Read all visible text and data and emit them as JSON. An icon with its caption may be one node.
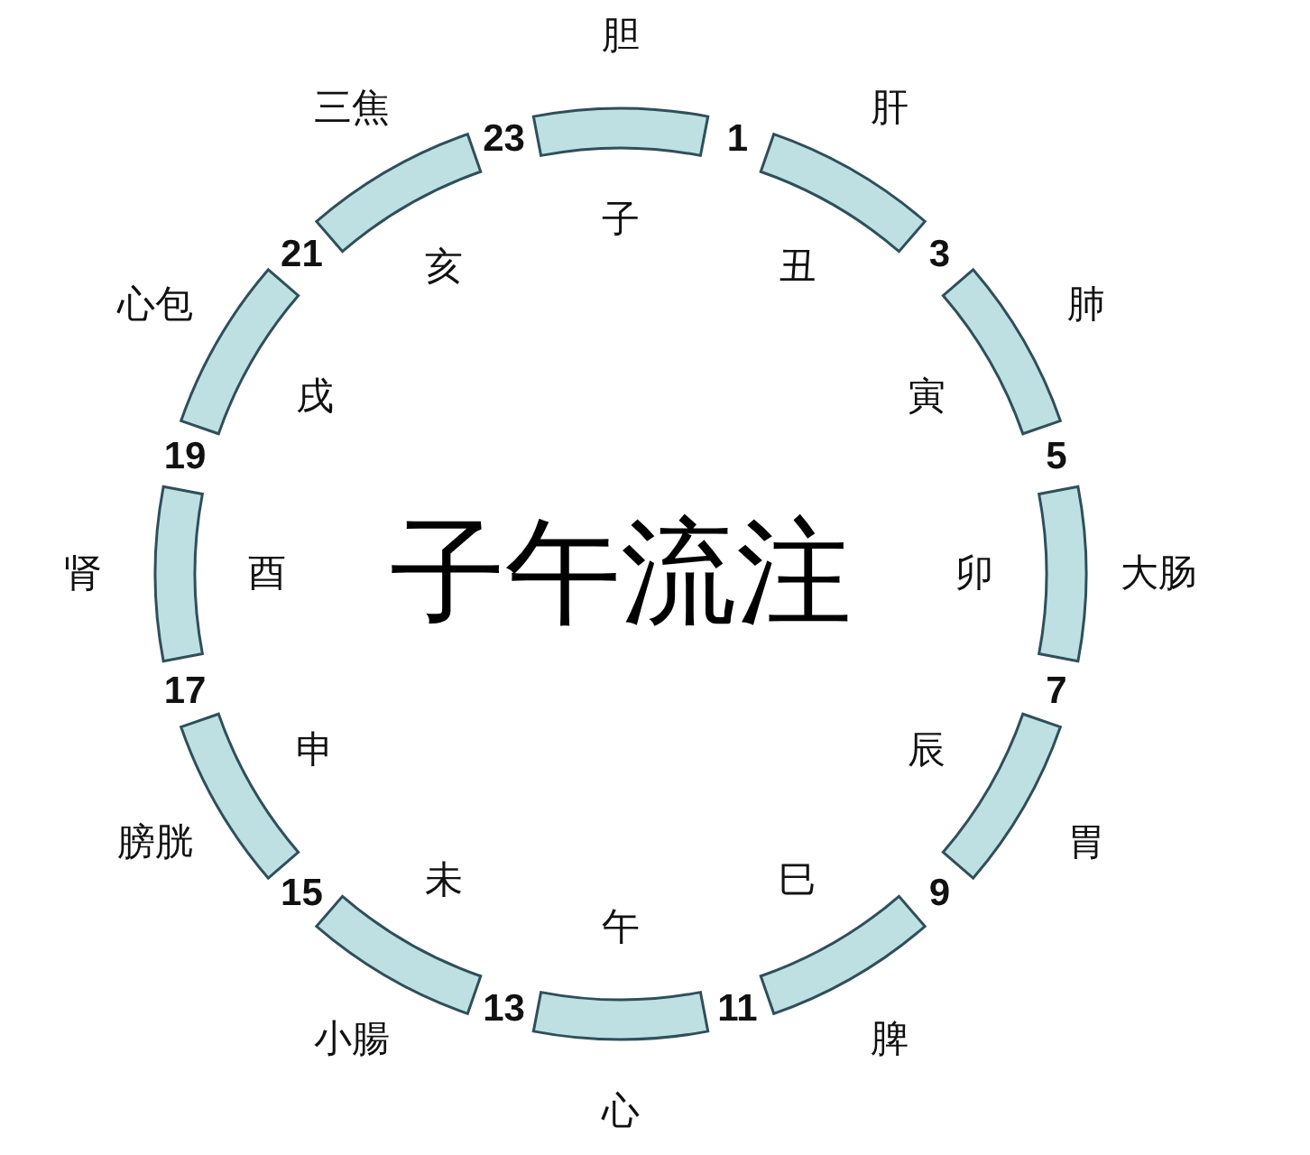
{
  "diagram": {
    "title": "子午流注",
    "nodes": [
      {
        "text": [
          "胆"
        ],
        "beside": [
          "子"
        ]
      },
      {
        "text": [
          "肝"
        ],
        "beside": [
          "丑"
        ]
      },
      {
        "text": [
          "肺"
        ],
        "beside": [
          "寅"
        ]
      },
      {
        "text": [
          "大肠"
        ],
        "beside": [
          "卯"
        ]
      },
      {
        "text": [
          "胃"
        ],
        "beside": [
          "辰"
        ]
      },
      {
        "text": [
          "脾"
        ],
        "beside": [
          "巳"
        ]
      },
      {
        "text": [
          "心"
        ],
        "beside": [
          "午"
        ]
      },
      {
        "text": [
          "小腸"
        ],
        "beside": [
          "未"
        ]
      },
      {
        "text": [
          "膀胱"
        ],
        "beside": [
          "申"
        ]
      },
      {
        "text": [
          "肾"
        ],
        "beside": [
          "酉"
        ]
      },
      {
        "text": [
          "心包"
        ],
        "beside": [
          "戌"
        ]
      },
      {
        "text": [
          "三焦"
        ],
        "beside": [
          "亥"
        ]
      }
    ],
    "labels": [
      "1",
      "3",
      "5",
      "7",
      "9",
      "11",
      "13",
      "15",
      "17",
      "19",
      "21",
      "23"
    ]
  }
}
